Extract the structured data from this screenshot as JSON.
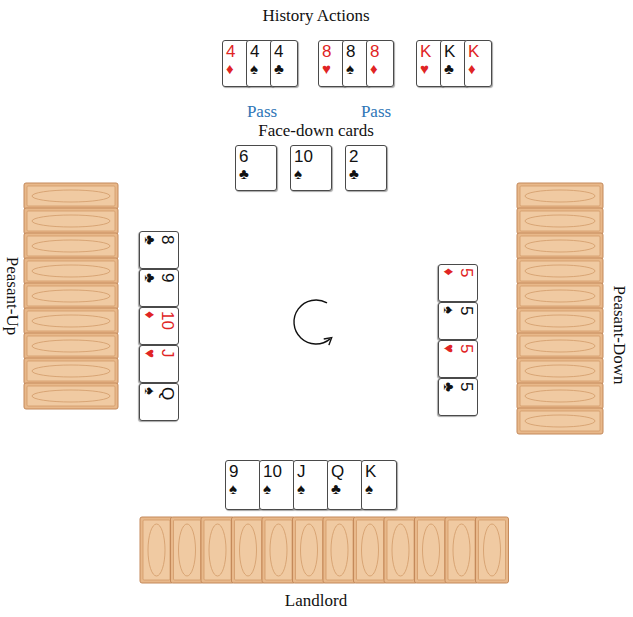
{
  "diagram": {
    "nodes": [
      {
        "text": [
          "4",
          "♦"
        ]
      },
      {
        "text": [
          "4",
          "♠"
        ]
      },
      {
        "text": [
          "4",
          "♣"
        ]
      },
      {
        "text": [
          "8",
          "♥"
        ]
      },
      {
        "text": [
          "8",
          "♠"
        ]
      },
      {
        "text": [
          "8",
          "♦"
        ]
      },
      {
        "text": [
          "K",
          "♥"
        ]
      },
      {
        "text": [
          "K",
          "♣"
        ]
      },
      {
        "text": [
          "K",
          "♦"
        ]
      },
      {
        "text": [
          "6",
          "♣"
        ]
      },
      {
        "text": [
          "10",
          "♠"
        ]
      },
      {
        "text": [
          "2",
          "♣"
        ]
      },
      {
        "text": [
          "8",
          "♣"
        ]
      },
      {
        "text": [
          "9",
          "♣"
        ]
      },
      {
        "text": [
          "10",
          "♦"
        ]
      },
      {
        "text": [
          "J",
          "♥"
        ]
      },
      {
        "text": [
          "Q",
          "♠"
        ]
      },
      {
        "text": [
          "5",
          "♦"
        ]
      },
      {
        "text": [
          "5",
          "♠"
        ]
      },
      {
        "text": [
          "5",
          "♥"
        ]
      },
      {
        "text": [
          "5",
          "♣"
        ]
      },
      {
        "text": [
          "9",
          "♠"
        ]
      },
      {
        "text": [
          "10",
          "♠"
        ]
      },
      {
        "text": [
          "J",
          "♠"
        ]
      },
      {
        "text": [
          "Q",
          "♣"
        ]
      },
      {
        "text": [
          "K",
          "♠"
        ]
      }
    ],
    "labels": [
      "History Actions",
      "Pass",
      "Pass",
      "Face-down cards",
      "Peasant-Up",
      "Peasant-Down",
      "Landlord"
    ]
  }
}
